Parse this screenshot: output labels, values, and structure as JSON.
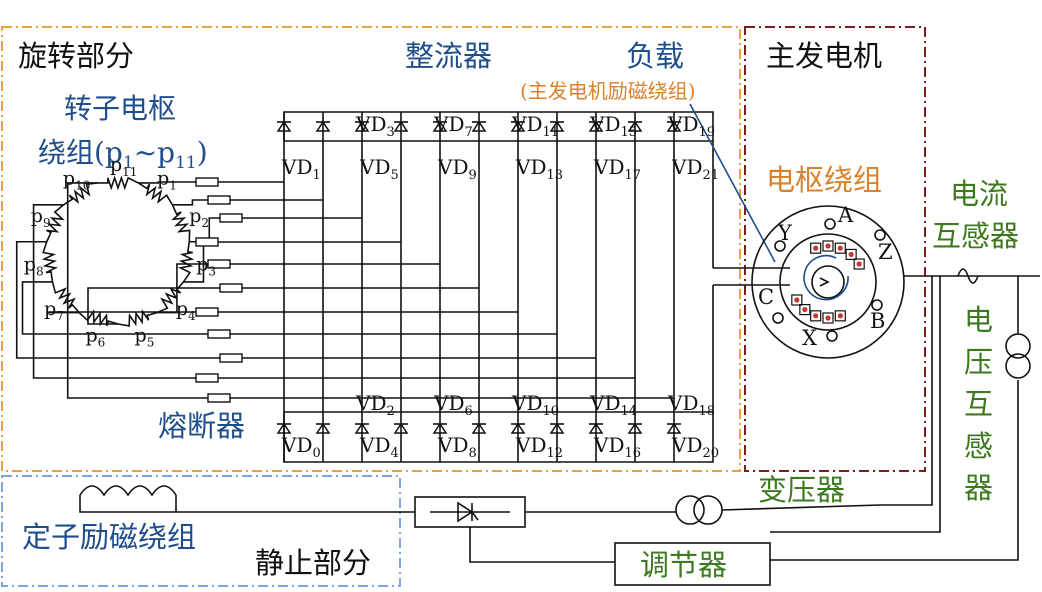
{
  "labels": {
    "rotating_part": "旋转部分",
    "rectifier": "整流器",
    "load": "负载",
    "load_sub": "(主发电机励磁绕组)",
    "main_generator": "主发电机",
    "rotor_line1": "转子电枢",
    "rotor_line2_pre": "绕组(p",
    "rotor_line2_sub1": "1",
    "rotor_line2_mid": "~p",
    "rotor_line2_sub2": "11",
    "rotor_line2_post": ")",
    "armature_winding": "电枢绕组",
    "current_transformer_1": "电流",
    "current_transformer_2": "互感器",
    "voltage_transformer": [
      "电",
      "压",
      "互",
      "感",
      "器"
    ],
    "fuse": "熔断器",
    "stator_excitation": "定子励磁绕组",
    "stationary_part": "静止部分",
    "transformer": "变压器",
    "regulator": "调节器"
  },
  "phases": {
    "A": "A",
    "B": "B",
    "C": "C",
    "X": "X",
    "Y": "Y",
    "Z": "Z"
  },
  "colors": {
    "rotating_border": "#e6a23c",
    "main_gen_border": "#7a1f1f",
    "stationary_border": "#7da6d9",
    "blue_text": "#1f4e8c",
    "orange_text": "#d9822b",
    "green_text": "#3d7a1f",
    "coil_red": "#c0392b"
  },
  "diodes_top": [
    {
      "id": "VD1",
      "pre": "VD",
      "sub": "1"
    },
    {
      "id": "VD3",
      "pre": "VD",
      "sub": "3"
    },
    {
      "id": "VD5",
      "pre": "VD",
      "sub": "5"
    },
    {
      "id": "VD7",
      "pre": "VD",
      "sub": "7"
    },
    {
      "id": "VD9",
      "pre": "VD",
      "sub": "9"
    },
    {
      "id": "VD11",
      "pre": "VD",
      "sub": "11"
    },
    {
      "id": "VD13",
      "pre": "VD",
      "sub": "13"
    },
    {
      "id": "VD15",
      "pre": "VD",
      "sub": "15"
    },
    {
      "id": "VD17",
      "pre": "VD",
      "sub": "17"
    },
    {
      "id": "VD19",
      "pre": "VD",
      "sub": "19"
    },
    {
      "id": "VD21",
      "pre": "VD",
      "sub": "21"
    }
  ],
  "diodes_bottom": [
    {
      "id": "VD0",
      "pre": "VD",
      "sub": "0"
    },
    {
      "id": "VD2",
      "pre": "VD",
      "sub": "2"
    },
    {
      "id": "VD4",
      "pre": "VD",
      "sub": "4"
    },
    {
      "id": "VD6",
      "pre": "VD",
      "sub": "6"
    },
    {
      "id": "VD8",
      "pre": "VD",
      "sub": "8"
    },
    {
      "id": "VD10",
      "pre": "VD",
      "sub": "10"
    },
    {
      "id": "VD12",
      "pre": "VD",
      "sub": "12"
    },
    {
      "id": "VD14",
      "pre": "VD",
      "sub": "14"
    },
    {
      "id": "VD16",
      "pre": "VD",
      "sub": "16"
    },
    {
      "id": "VD18",
      "pre": "VD",
      "sub": "18"
    },
    {
      "id": "VD20",
      "pre": "VD",
      "sub": "20"
    }
  ],
  "coils": [
    {
      "pre": "p",
      "sub": "1"
    },
    {
      "pre": "p",
      "sub": "2"
    },
    {
      "pre": "p",
      "sub": "3"
    },
    {
      "pre": "p",
      "sub": "4"
    },
    {
      "pre": "p",
      "sub": "5"
    },
    {
      "pre": "p",
      "sub": "6"
    },
    {
      "pre": "p",
      "sub": "7"
    },
    {
      "pre": "p",
      "sub": "8"
    },
    {
      "pre": "p",
      "sub": "9"
    },
    {
      "pre": "p",
      "sub": "10"
    },
    {
      "pre": "p",
      "sub": "11"
    }
  ]
}
